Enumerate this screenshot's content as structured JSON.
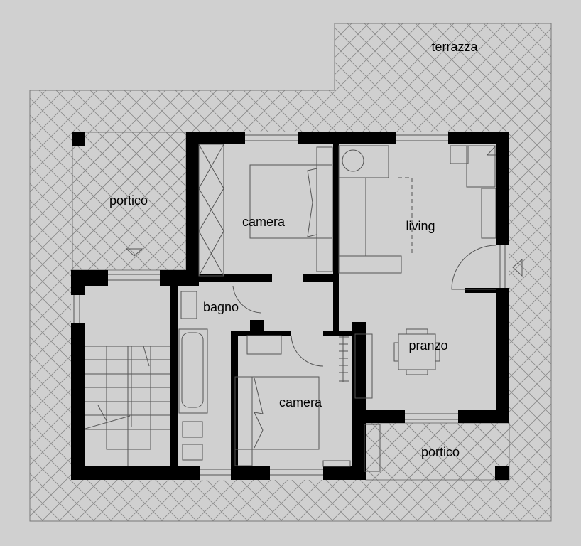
{
  "title": "Pianta piano",
  "rooms": {
    "terrazza": "terrazza",
    "portico_left": "portico",
    "camera_top": "camera",
    "living": "living",
    "bagno": "bagno",
    "pranzo": "pranzo",
    "camera_bottom": "camera",
    "portico_right": "portico"
  },
  "colors": {
    "background": "#d0d0d0",
    "wall": "#000000",
    "hatch": "#8a8a8a"
  }
}
